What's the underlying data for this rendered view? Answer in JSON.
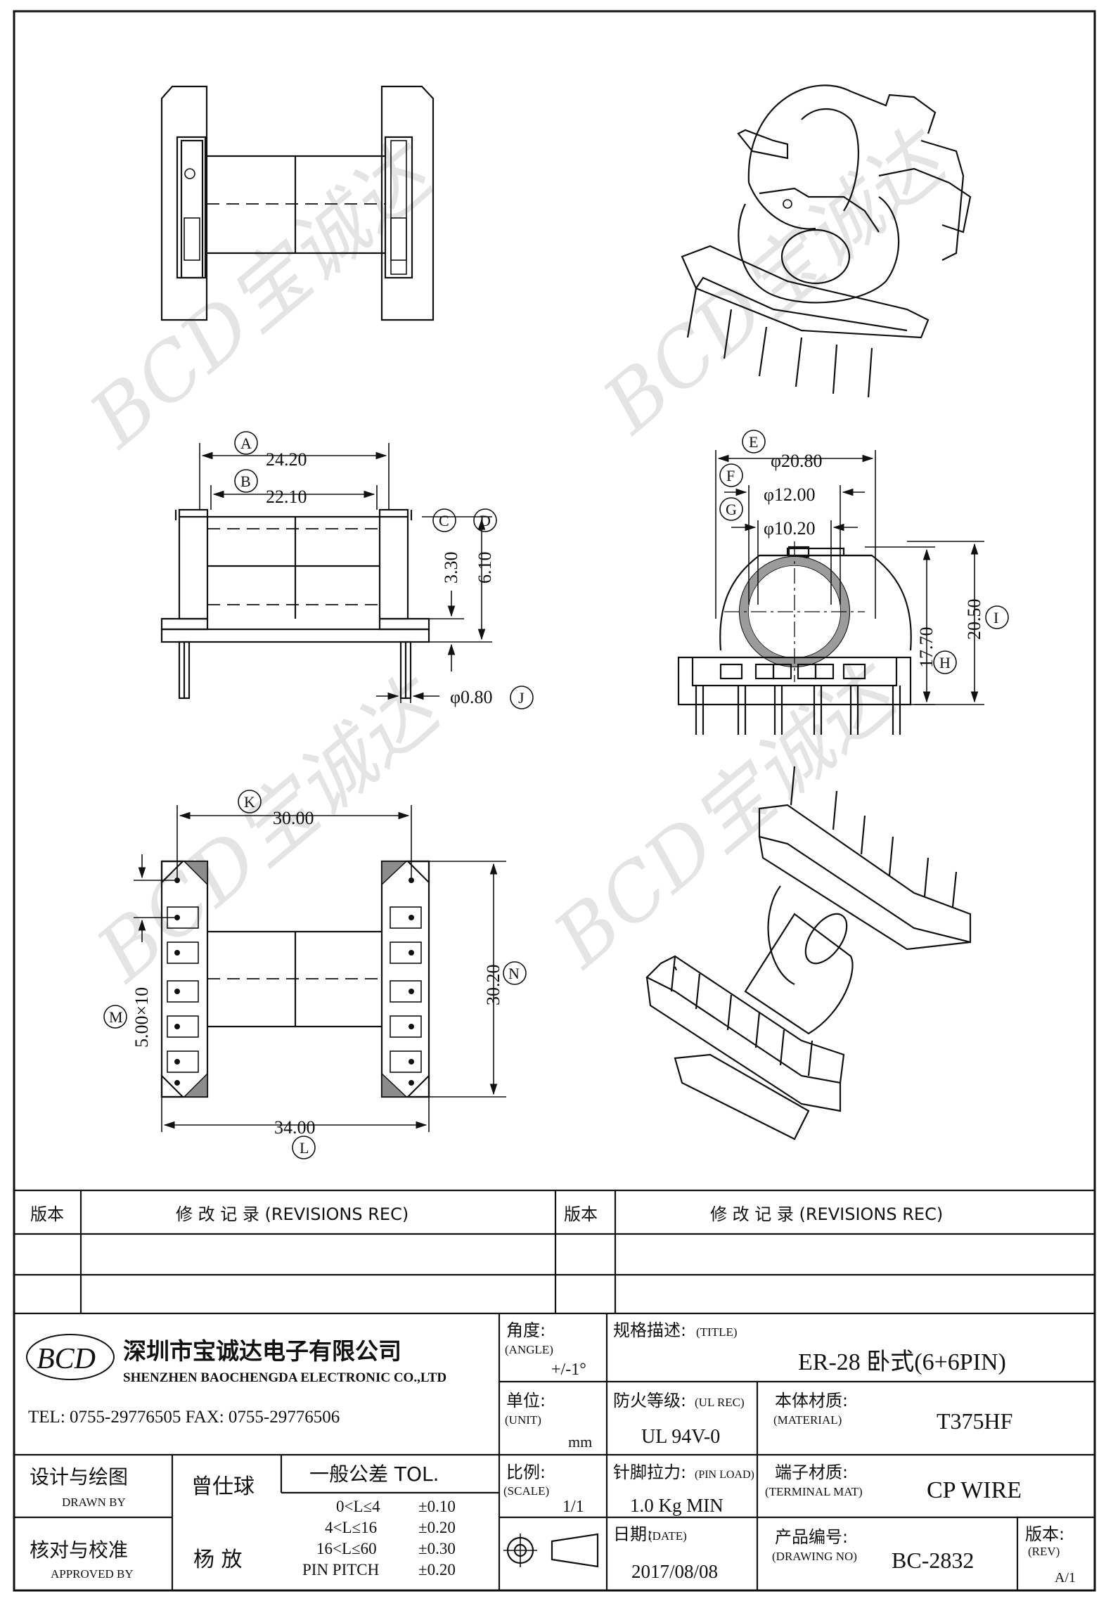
{
  "dimensions": {
    "A": {
      "letter": "A",
      "value": "24.20"
    },
    "B": {
      "letter": "B",
      "value": "22.10"
    },
    "C": {
      "letter": "C",
      "value": "3.30"
    },
    "D": {
      "letter": "D",
      "value": "6.10"
    },
    "J": {
      "letter": "J",
      "value": "φ0.80"
    },
    "E": {
      "letter": "E",
      "value": "φ20.80"
    },
    "F": {
      "letter": "F",
      "value": "φ12.00"
    },
    "G": {
      "letter": "G",
      "value": "φ10.20"
    },
    "H": {
      "letter": "H",
      "value": "17.70"
    },
    "I": {
      "letter": "I",
      "value": "20.50"
    },
    "K": {
      "letter": "K",
      "value": "30.00"
    },
    "M": {
      "letter": "M",
      "value": "5.00×10"
    },
    "N": {
      "letter": "N",
      "value": "30.20"
    },
    "L": {
      "letter": "L",
      "value": "34.00"
    }
  },
  "watermark": {
    "text": "BCD宝诚达"
  },
  "revisions": {
    "left_version_label": "版本",
    "left_title": "修  改  记  录  (REVISIONS REC)",
    "right_version_label": "版本",
    "right_title": "修  改  记  录  (REVISIONS REC)"
  },
  "company": {
    "logo_text": "BCD",
    "name_cn": "深圳市宝诚达电子有限公司",
    "name_en": "SHENZHEN BAOCHENGDA ELECTRONIC CO.,LTD",
    "contact": "TEL: 0755-29776505  FAX: 0755-29776506"
  },
  "title_block": {
    "angle_label": "角度:",
    "angle_label_en": "(ANGLE)",
    "angle_value": "+/-1°",
    "title_label": "规格描述:",
    "title_label_en": "(TITLE)",
    "title_value": "ER-28 卧式(6+6PIN)",
    "unit_label": "单位:",
    "unit_label_en": "(UNIT)",
    "unit_value": "mm",
    "ul_label": "防火等级:",
    "ul_label_en": "(UL REC)",
    "ul_value": "UL 94V-0",
    "material_label": "本体材质:",
    "material_label_en": "(MATERIAL)",
    "material_value": "T375HF",
    "design_label": "设计与绘图",
    "design_label_en": "DRAWN BY",
    "designer": "曾仕球",
    "tol_title": "一般公差  TOL.",
    "tolerances": [
      {
        "range": "0<L≤4",
        "tol": "±0.10"
      },
      {
        "range": "4<L≤16",
        "tol": "±0.20"
      },
      {
        "range": "16<L≤60",
        "tol": "±0.30"
      },
      {
        "range": "PIN PITCH",
        "tol": "±0.20"
      }
    ],
    "scale_label": "比例:",
    "scale_label_en": "(SCALE)",
    "scale_value": "1/1",
    "pin_load_label": "针脚拉力:",
    "pin_load_label_en": "(PIN LOAD)",
    "pin_load_value": "1.0 Kg MIN",
    "terminal_label": "端子材质:",
    "terminal_label_en": "(TERMINAL MAT)",
    "terminal_value": "CP WIRE",
    "check_label": "核对与校准",
    "check_label_en": "APPROVED BY",
    "checker": "杨  放",
    "date_label": "日期:",
    "date_label_en": "(DATE)",
    "date_value": "2017/08/08",
    "drawing_no_label": "产品编号:",
    "drawing_no_label_en": "(DRAWING NO)",
    "drawing_no_value": "BC-2832",
    "rev_label": "版本:",
    "rev_label_en": "(REV)",
    "rev_value": "A/1"
  }
}
